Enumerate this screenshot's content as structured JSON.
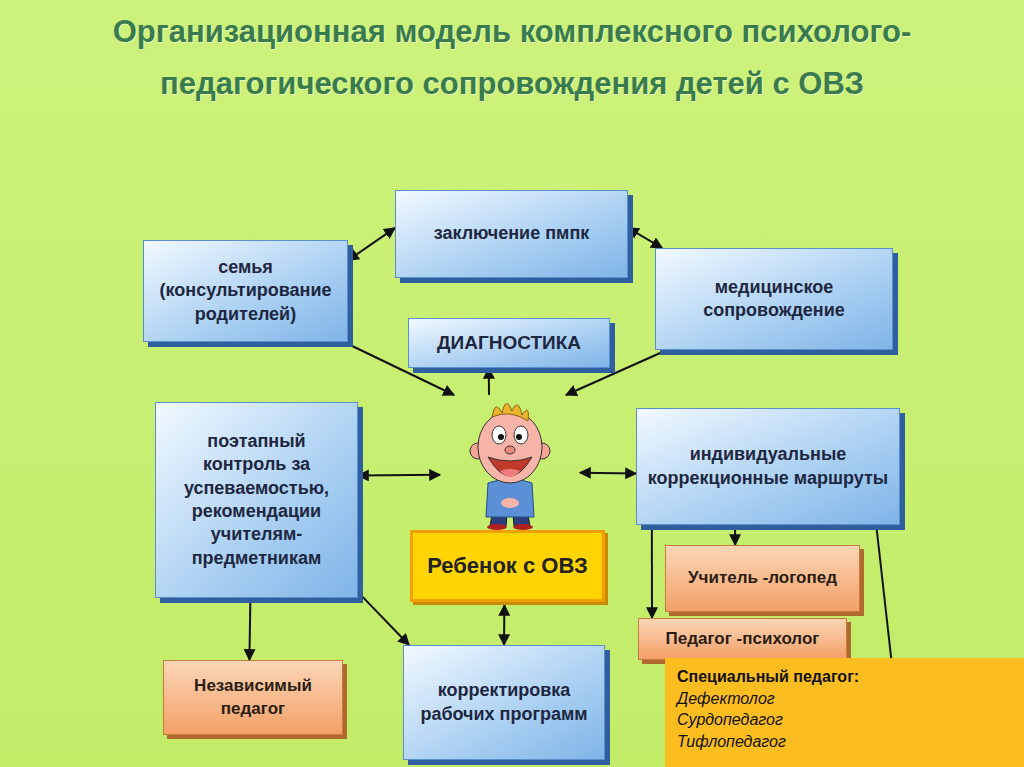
{
  "diagram": {
    "title": "Организационная модель комплексного психолого-педагогического сопровождения детей с ОВЗ",
    "nodes": [
      {
        "text": [
          "заключение пмпк"
        ]
      },
      {
        "text": [
          "семья (консультирование родителей)"
        ]
      },
      {
        "text": [
          "медицинское сопровождение"
        ]
      },
      {
        "text": [
          "ДИАГНОСТИКА"
        ]
      },
      {
        "text": [
          "поэтапный контроль за успеваемостью, рекомендации учителям-предметникам"
        ]
      },
      {
        "text": [
          "индивидуальные коррекционные маршруты"
        ]
      },
      {
        "text": [
          "Ребенок с ОВЗ"
        ]
      },
      {
        "text": [
          "Учитель -логопед"
        ]
      },
      {
        "text": [
          "Педагог -психолог"
        ]
      },
      {
        "text": [
          "Независимый педагог"
        ]
      },
      {
        "text": [
          "корректировка рабочих программ"
        ]
      },
      {
        "text": [
          "Специальный педагог:",
          "Дефектолог",
          "Сурдопедагог",
          "Тифлопедагог"
        ]
      }
    ],
    "edges": [
      {
        "from": 1,
        "to": 0,
        "arrow": "both"
      },
      {
        "from": 0,
        "to": 2,
        "arrow": "both"
      },
      {
        "from": 1,
        "to": 6,
        "arrow": "to"
      },
      {
        "from": 2,
        "to": 6,
        "arrow": "to"
      },
      {
        "from": 6,
        "to": 3,
        "arrow": "to"
      },
      {
        "from": 4,
        "to": 6,
        "arrow": "both"
      },
      {
        "from": 5,
        "to": 6,
        "arrow": "both"
      },
      {
        "from": 4,
        "to": 9,
        "arrow": "to"
      },
      {
        "from": 4,
        "to": 10,
        "arrow": "to"
      },
      {
        "from": 10,
        "to": 6,
        "arrow": "both"
      },
      {
        "from": 5,
        "to": 7,
        "arrow": "to"
      },
      {
        "from": 5,
        "to": 8,
        "arrow": "to"
      },
      {
        "from": 5,
        "to": 11,
        "arrow": "none"
      }
    ]
  }
}
